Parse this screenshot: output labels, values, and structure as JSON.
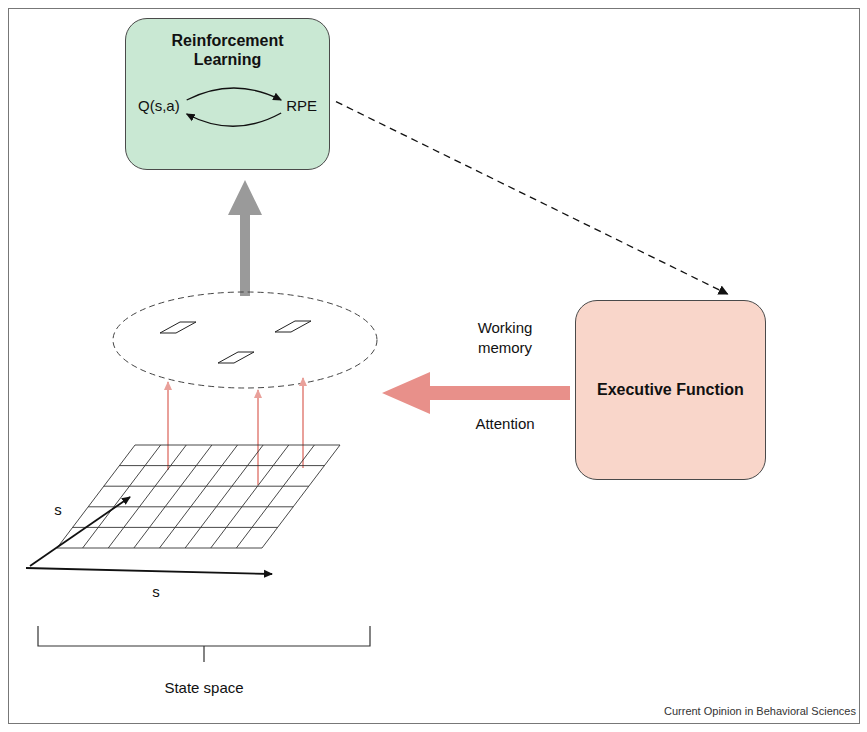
{
  "diagram": {
    "nodes": [
      {
        "text": [
          "Reinforcement Learning",
          "Q(s,a)",
          "RPE"
        ]
      },
      {
        "text": [
          "Executive Function"
        ]
      }
    ],
    "edges": [
      {
        "from": 0,
        "to": 1,
        "arrow": "to"
      }
    ],
    "labels": [
      "Working memory",
      "Attention",
      "s",
      "s",
      "State space",
      "Current Opinion in Behavioral Sciences"
    ]
  }
}
